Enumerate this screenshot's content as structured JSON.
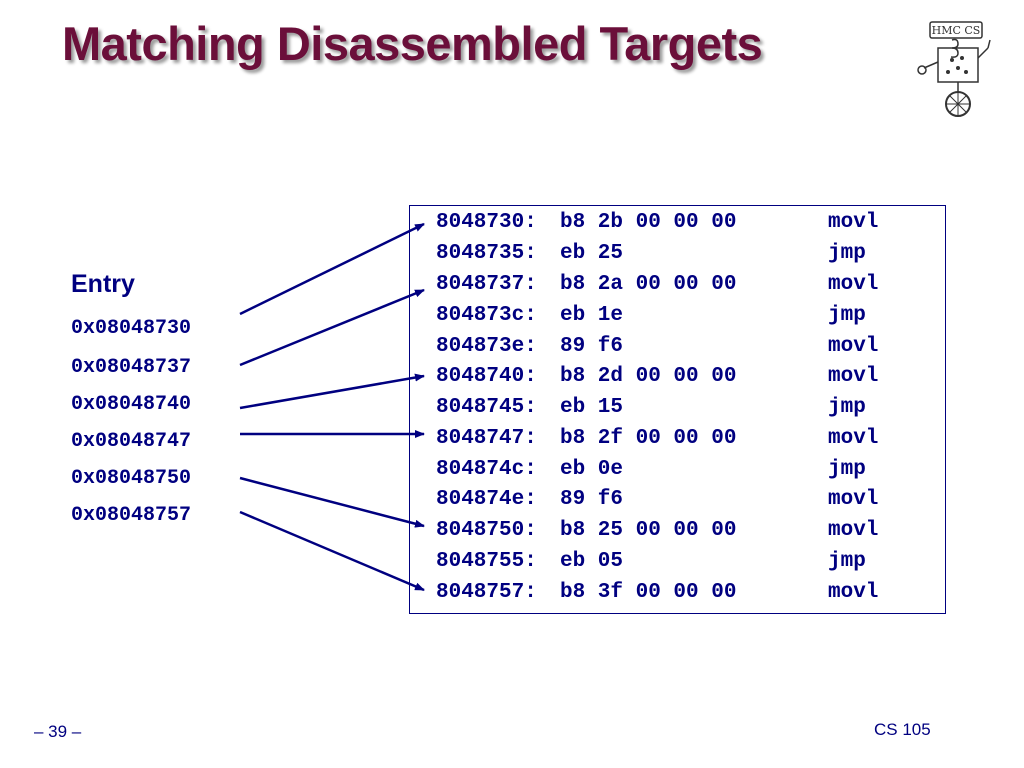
{
  "slide": {
    "title": "Matching Disassembled Targets",
    "footer_left": "– 39 –",
    "footer_right": "CS 105",
    "logo_text": "HMC CS"
  },
  "entry": {
    "heading": "Entry",
    "addresses": [
      "0x08048730",
      "0x08048737",
      "0x08048740",
      "0x08048747",
      "0x08048750",
      "0x08048757"
    ]
  },
  "code": {
    "lines": [
      {
        "addr": "8048730:",
        "bytes": "b8 2b 00 00 00",
        "op": "movl"
      },
      {
        "addr": "8048735:",
        "bytes": "eb 25",
        "op": "jmp"
      },
      {
        "addr": "8048737:",
        "bytes": "b8 2a 00 00 00",
        "op": "movl"
      },
      {
        "addr": "804873c:",
        "bytes": "eb 1e",
        "op": "jmp"
      },
      {
        "addr": "804873e:",
        "bytes": "89 f6",
        "op": "movl"
      },
      {
        "addr": "8048740:",
        "bytes": "b8 2d 00 00 00",
        "op": "movl"
      },
      {
        "addr": "8048745:",
        "bytes": "eb 15",
        "op": "jmp"
      },
      {
        "addr": "8048747:",
        "bytes": "b8 2f 00 00 00",
        "op": "movl"
      },
      {
        "addr": "804874c:",
        "bytes": "eb 0e",
        "op": "jmp"
      },
      {
        "addr": "804874e:",
        "bytes": "89 f6",
        "op": "movl"
      },
      {
        "addr": "8048750:",
        "bytes": "b8 25 00 00 00",
        "op": "movl"
      },
      {
        "addr": "8048755:",
        "bytes": "eb 05",
        "op": "jmp"
      },
      {
        "addr": "8048757:",
        "bytes": "b8 3f 00 00 00",
        "op": "movl"
      }
    ]
  },
  "colors": {
    "title": "#6b0f3a",
    "text": "#000080"
  },
  "icons": [
    "hmc-cs-robot-logo"
  ]
}
